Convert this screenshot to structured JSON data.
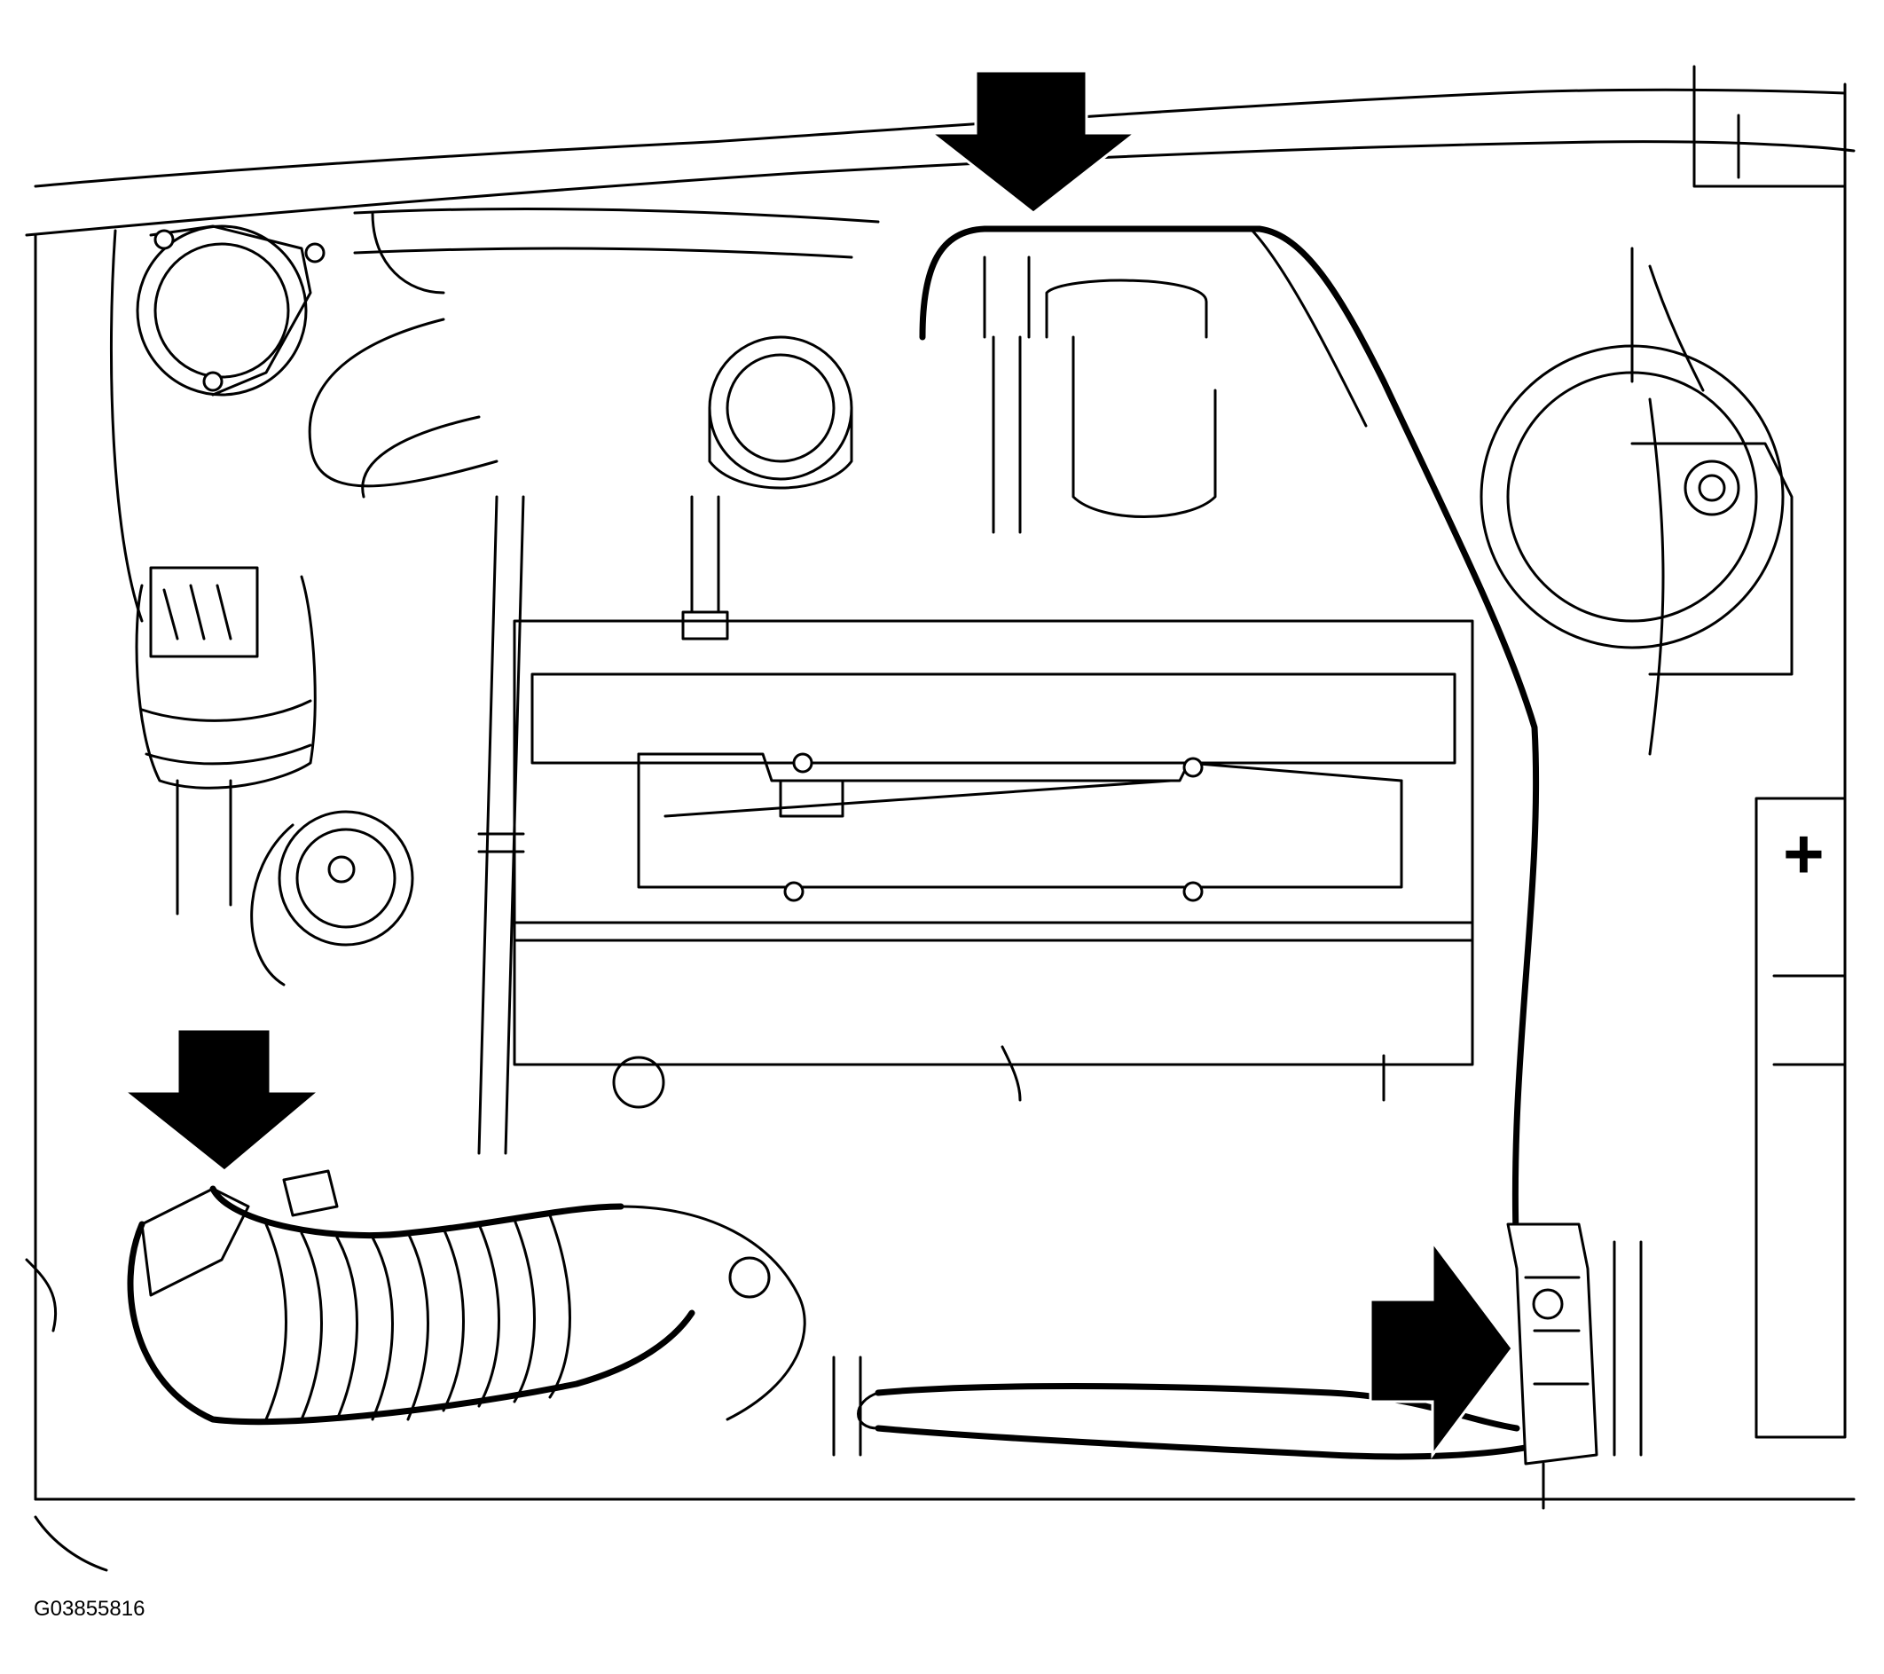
{
  "figure": {
    "id_label": "G03855816"
  },
  "battery": {
    "terminal_symbol": "+"
  },
  "callouts": [
    {
      "name": "top-hose-arrow",
      "direction": "down"
    },
    {
      "name": "air-mass-meter-arrow",
      "direction": "down"
    },
    {
      "name": "connector-arrow",
      "direction": "right"
    }
  ],
  "colors": {
    "line": "#000000",
    "background": "#ffffff"
  }
}
